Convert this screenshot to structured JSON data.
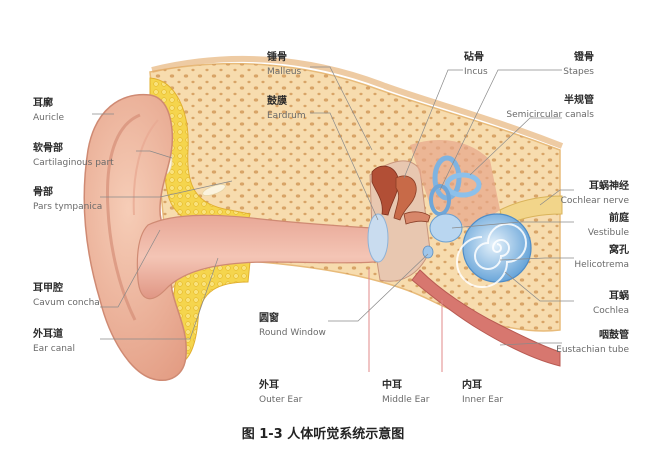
{
  "title": "图 1-3 人体听觉系统示意图",
  "labels": {
    "auricle": {
      "zh": "耳廓",
      "en": "Auricle"
    },
    "cartilaginous": {
      "zh": "软骨部",
      "en": "Cartilaginous part"
    },
    "pars_tympanica": {
      "zh": "骨部",
      "en": "Pars tympanica"
    },
    "cavum_concha": {
      "zh": "耳甲腔",
      "en": "Cavum concha"
    },
    "ear_canal": {
      "zh": "外耳道",
      "en": "Ear canal"
    },
    "malleus": {
      "zh": "锤骨",
      "en": "Malleus"
    },
    "eardrum": {
      "zh": "鼓膜",
      "en": "Eardrum"
    },
    "incus": {
      "zh": "砧骨",
      "en": "Incus"
    },
    "stapes": {
      "zh": "镫骨",
      "en": "Stapes"
    },
    "semicircular": {
      "zh": "半规管",
      "en": "Semicircular canals"
    },
    "cochlear_nerve": {
      "zh": "耳蜗神经",
      "en": "Cochlear nerve"
    },
    "vestibule": {
      "zh": "前庭",
      "en": "Vestibule"
    },
    "helicotrema": {
      "zh": "窝孔",
      "en": "Helicotrema"
    },
    "cochlea": {
      "zh": "耳蜗",
      "en": "Cochlea"
    },
    "eustachian": {
      "zh": "咽鼓管",
      "en": "Eustachian tube"
    },
    "round_window": {
      "zh": "圆窗",
      "en": "Round Window"
    },
    "outer_ear": {
      "zh": "外耳",
      "en": "Outer Ear"
    },
    "middle_ear": {
      "zh": "中耳",
      "en": "Middle Ear"
    },
    "inner_ear": {
      "zh": "内耳",
      "en": "Inner Ear"
    }
  },
  "colors": {
    "skin": "#f2b9a0",
    "skin_dark": "#d98b78",
    "bone": "#f7dcae",
    "fat": "#f4d246",
    "membrane": "#c9dcef",
    "cochlea": "#8fc2ea",
    "muscle": "#d7776f",
    "leader": "#888888"
  }
}
